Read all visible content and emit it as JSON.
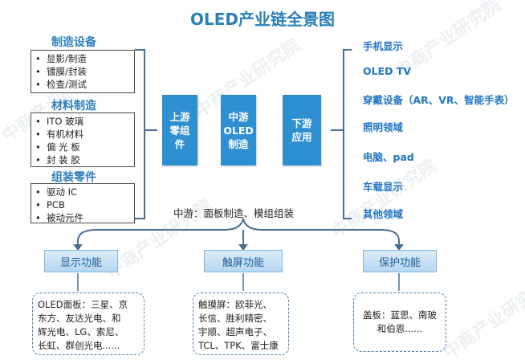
{
  "title": "OLED产业链全景图",
  "upstream_sections": [
    {
      "label": "制造设备",
      "items": [
        "显影/制造",
        "镀膜/封装",
        "检查/测试"
      ]
    },
    {
      "label": "材料制造",
      "items": [
        "ITO  玻璃",
        "有机材料",
        "偏  光  板",
        "封  装  胶"
      ]
    },
    {
      "label": "组装零件",
      "items": [
        "驱动 IC",
        "PCB",
        "被动元件"
      ]
    }
  ],
  "bullet": "•",
  "stages": [
    {
      "label": "上游\n零组\n件"
    },
    {
      "label": "中游\nOLED\n制造"
    },
    {
      "label": "下游\n应用"
    }
  ],
  "applications": [
    "手机显示",
    "OLED TV",
    "穿戴设备（AR、VR、智能手表）",
    "照明领域",
    "电脑、pad",
    "车载显示",
    "其他领域"
  ],
  "midstream_text": "中游：面板制造、模组组装",
  "functions": [
    {
      "label": "显示功能",
      "details": [
        "OLED面板：三星、京",
        "东方、友达光电、和",
        "辉光电、LG、索尼、",
        "长虹、群创光电......"
      ]
    },
    {
      "label": "触屏功能",
      "details": [
        "触摸屏：欧菲光、",
        "长信、胜利精密、",
        "宇顺、超声电子、",
        "TCL、TPK、富士康"
      ]
    },
    {
      "label": "保护功能",
      "details": [
        "盖板：蓝思、南玻",
        "和伯恩......"
      ]
    }
  ],
  "watermark": "中商产业研究院",
  "colors": {
    "title": "#2c7fb8",
    "stage": "#2e8fd1",
    "app_text": "#1f74c4",
    "line": "#4a6d94"
  }
}
